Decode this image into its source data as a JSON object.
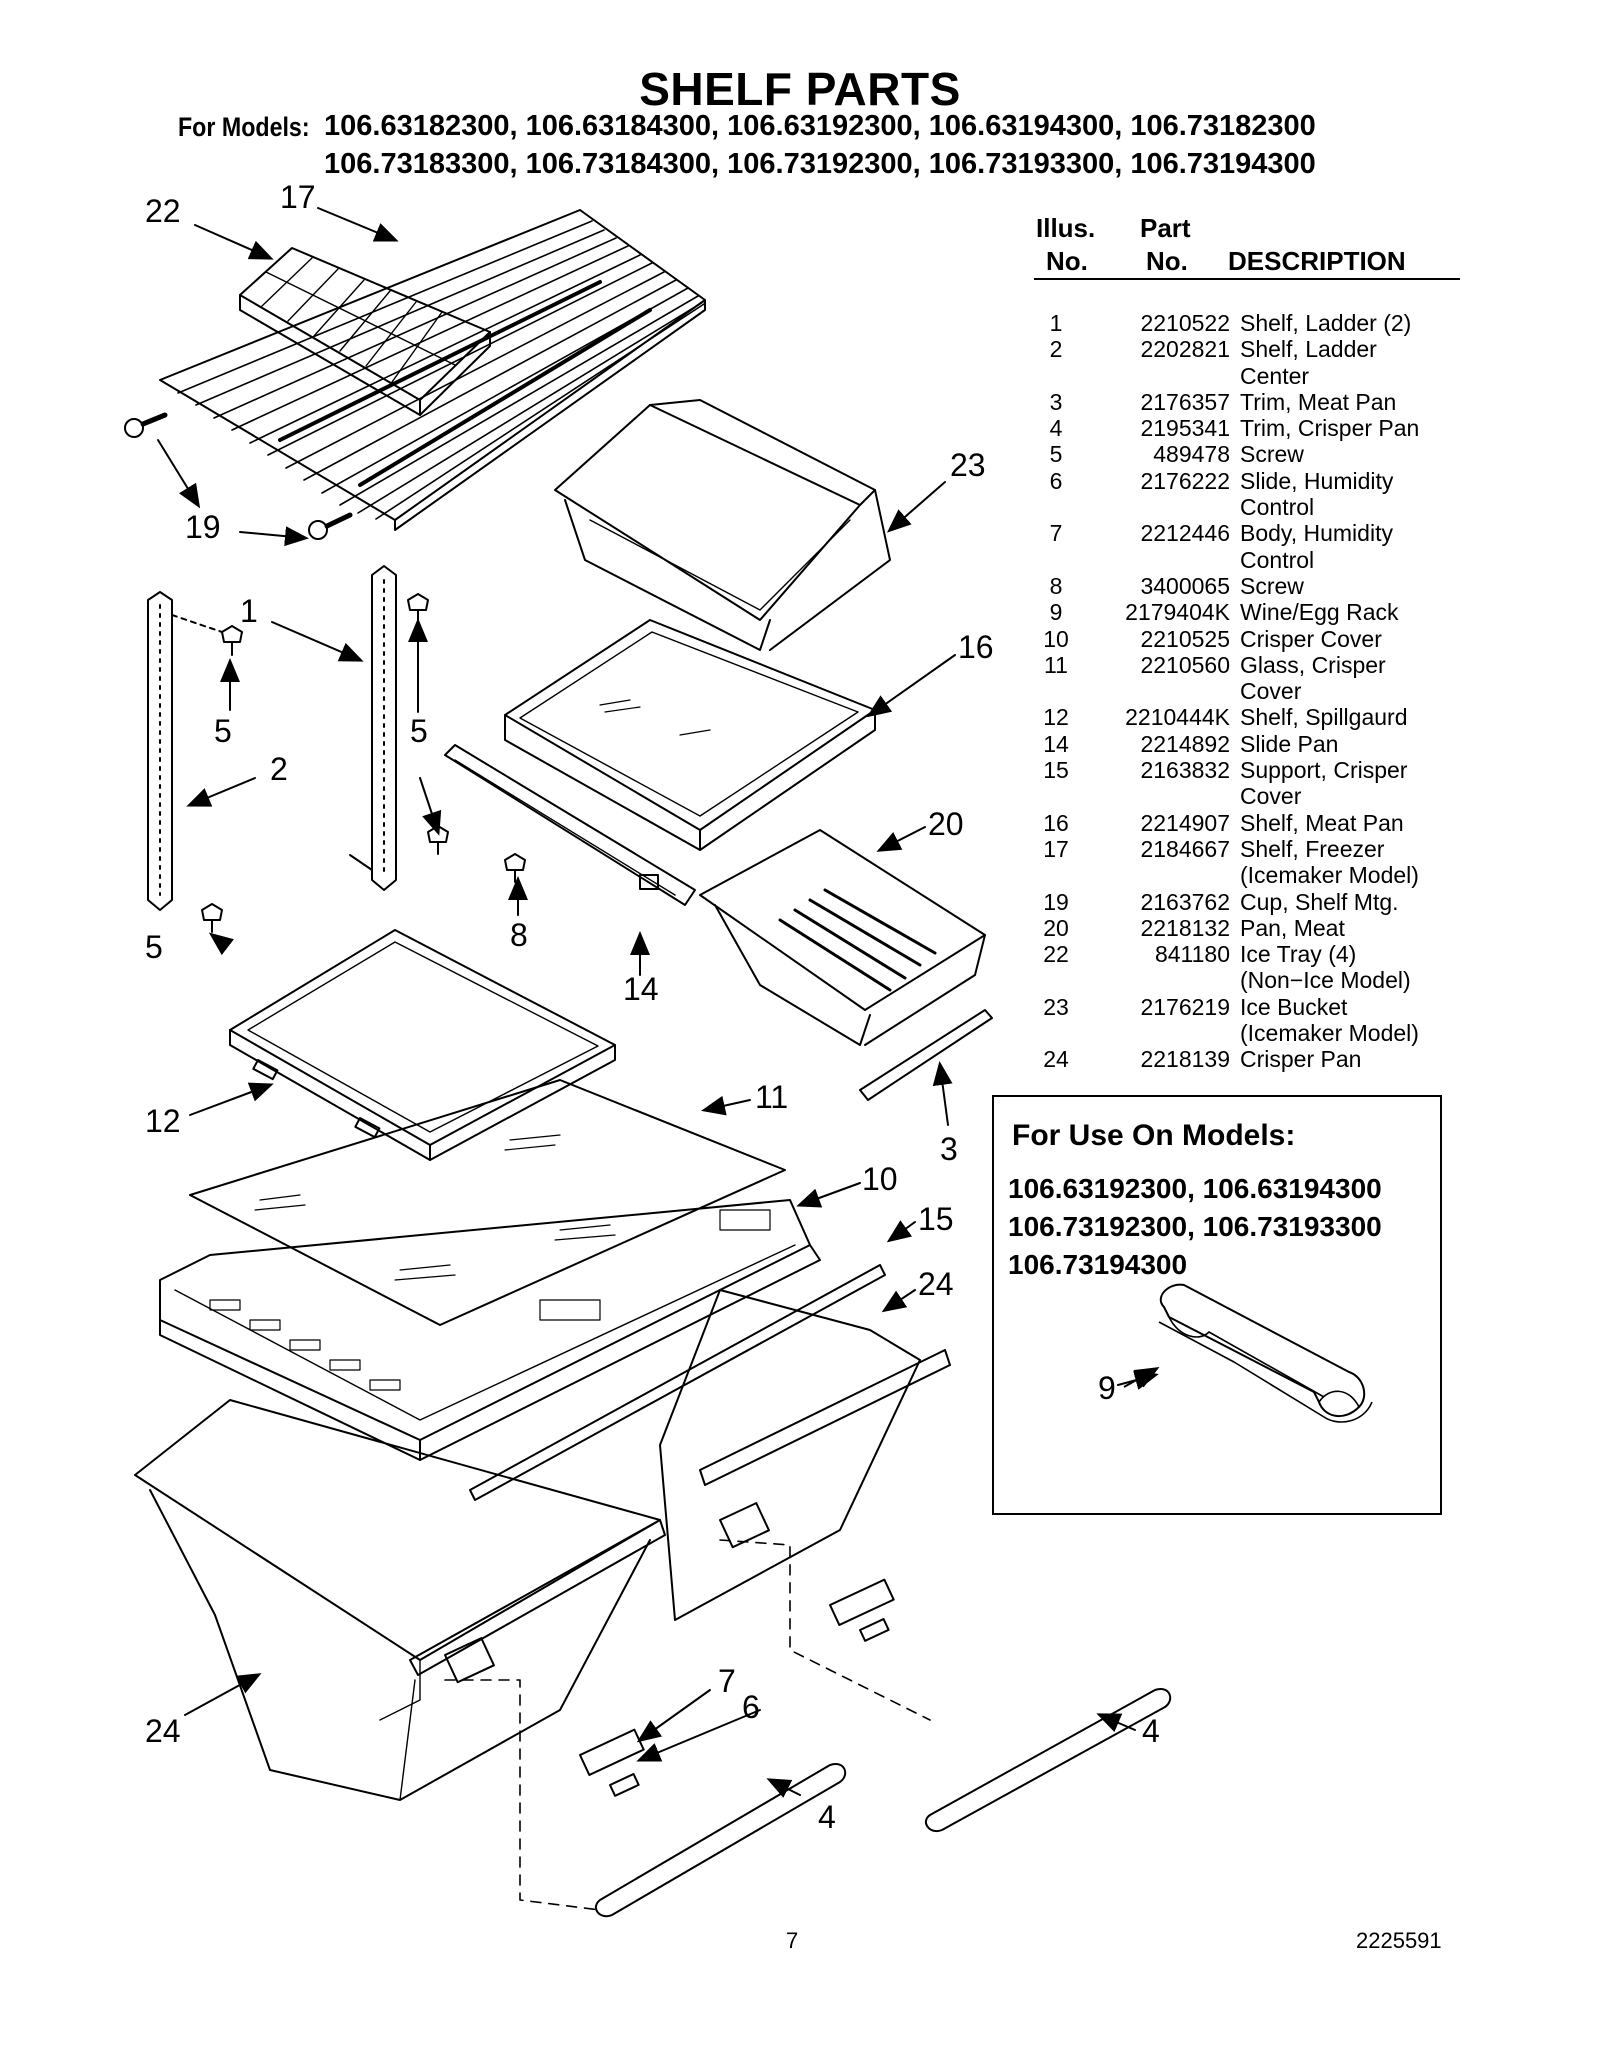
{
  "header": {
    "title": "SHELF PARTS",
    "models_label": "For Models:",
    "models_line1": "106.63182300, 106.63184300, 106.63192300, 106.63194300, 106.73182300",
    "models_line2": "106.73183300, 106.73184300, 106.73192300, 106.73193300, 106.73194300"
  },
  "table": {
    "head_illus_1": "Illus.",
    "head_illus_2": "No.",
    "head_part_1": "Part",
    "head_part_2": "No.",
    "head_desc": "DESCRIPTION",
    "rows": [
      {
        "no": "1",
        "part": "2210522",
        "desc": [
          "Shelf, Ladder (2)"
        ]
      },
      {
        "no": "2",
        "part": "2202821",
        "desc": [
          "Shelf, Ladder",
          "Center"
        ]
      },
      {
        "no": "3",
        "part": "2176357",
        "desc": [
          "Trim, Meat Pan"
        ]
      },
      {
        "no": "4",
        "part": "2195341",
        "desc": [
          "Trim, Crisper Pan"
        ]
      },
      {
        "no": "5",
        "part": "489478",
        "desc": [
          "Screw"
        ]
      },
      {
        "no": "6",
        "part": "2176222",
        "desc": [
          "Slide, Humidity",
          "Control"
        ]
      },
      {
        "no": "7",
        "part": "2212446",
        "desc": [
          "Body, Humidity",
          "Control"
        ]
      },
      {
        "no": "8",
        "part": "3400065",
        "desc": [
          "Screw"
        ]
      },
      {
        "no": "9",
        "part": "2179404K",
        "desc": [
          "Wine/Egg Rack"
        ]
      },
      {
        "no": "10",
        "part": "2210525",
        "desc": [
          "Crisper Cover"
        ]
      },
      {
        "no": "11",
        "part": "2210560",
        "desc": [
          "Glass, Crisper",
          "Cover"
        ]
      },
      {
        "no": "12",
        "part": "2210444K",
        "desc": [
          "Shelf, Spillgaurd"
        ]
      },
      {
        "no": "14",
        "part": "2214892",
        "desc": [
          "Slide Pan"
        ]
      },
      {
        "no": "15",
        "part": "2163832",
        "desc": [
          "Support, Crisper",
          "Cover"
        ]
      },
      {
        "no": "16",
        "part": "2214907",
        "desc": [
          "Shelf, Meat Pan"
        ]
      },
      {
        "no": "17",
        "part": "2184667",
        "desc": [
          "Shelf, Freezer",
          "(Icemaker Model)"
        ]
      },
      {
        "no": "19",
        "part": "2163762",
        "desc": [
          "Cup, Shelf Mtg."
        ]
      },
      {
        "no": "20",
        "part": "2218132",
        "desc": [
          "Pan, Meat"
        ]
      },
      {
        "no": "22",
        "part": "841180",
        "desc": [
          "Ice Tray (4)",
          "(Non−Ice Model)"
        ]
      },
      {
        "no": "23",
        "part": "2176219",
        "desc": [
          "Ice Bucket",
          "(Icemaker Model)"
        ]
      },
      {
        "no": "24",
        "part": "2218139",
        "desc": [
          "Crisper Pan"
        ]
      }
    ]
  },
  "models_box": {
    "title": "For Use On Models:",
    "line1": "106.63192300, 106.63194300",
    "line2": "106.73192300, 106.73193300",
    "line3": "106.73194300",
    "callout": "9"
  },
  "callouts": {
    "c22": "22",
    "c17": "17",
    "c19": "19",
    "c23": "23",
    "c1": "1",
    "c5a": "5",
    "c5b": "5",
    "c5c": "5",
    "c2": "2",
    "c16": "16",
    "c20": "20",
    "c8": "8",
    "c14": "14",
    "c12": "12",
    "c11": "11",
    "c3": "3",
    "c10": "10",
    "c15": "15",
    "c24a": "24",
    "c24b": "24",
    "c7": "7",
    "c6": "6",
    "c4a": "4",
    "c4b": "4"
  },
  "footer": {
    "page_number": "7",
    "doc_id": "2225591"
  }
}
